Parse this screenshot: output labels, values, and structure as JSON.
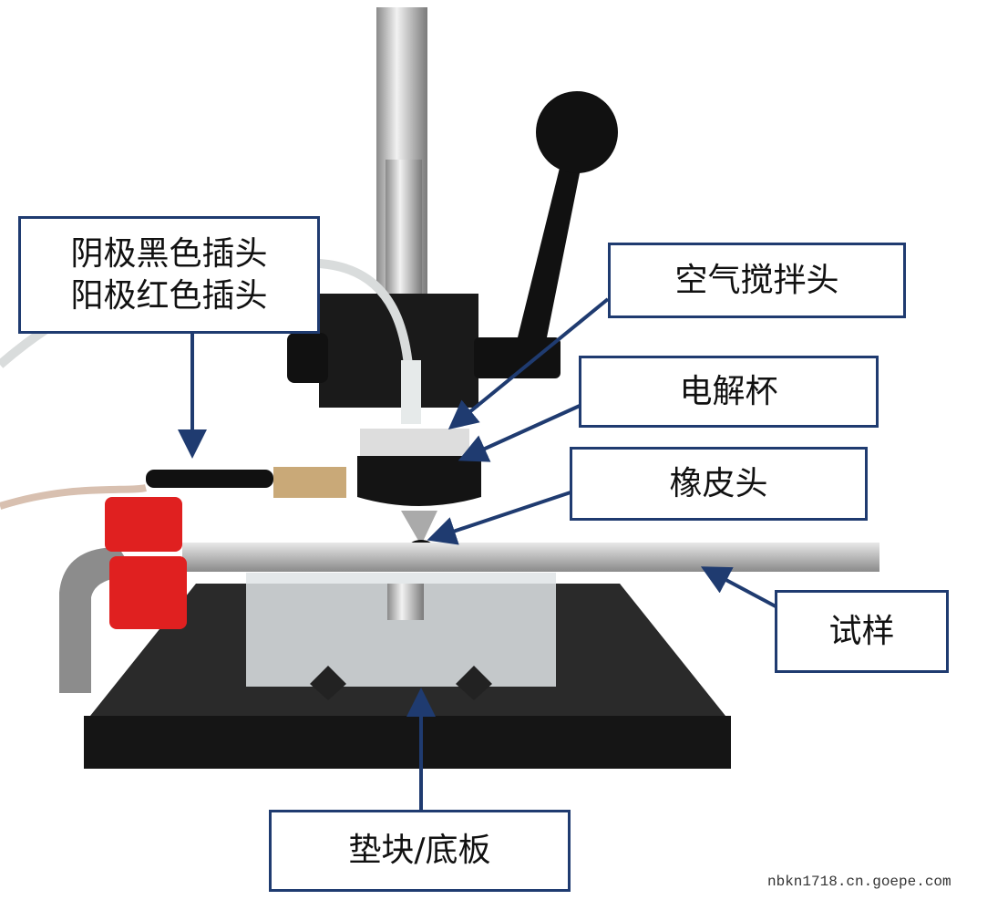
{
  "labels": {
    "electrodes": [
      "阴极黑色插头",
      "阳极红色插头"
    ],
    "air_stirrer": "空气搅拌头",
    "cell": "电解杯",
    "rubber_tip": "橡皮头",
    "specimen": "试样",
    "base": "垫块/底板"
  },
  "watermark": "nbkn1718.cn.goepe.com",
  "colors": {
    "box_border": "#1f3b70",
    "arrow": "#1f3b70",
    "clip": "#e02020"
  }
}
